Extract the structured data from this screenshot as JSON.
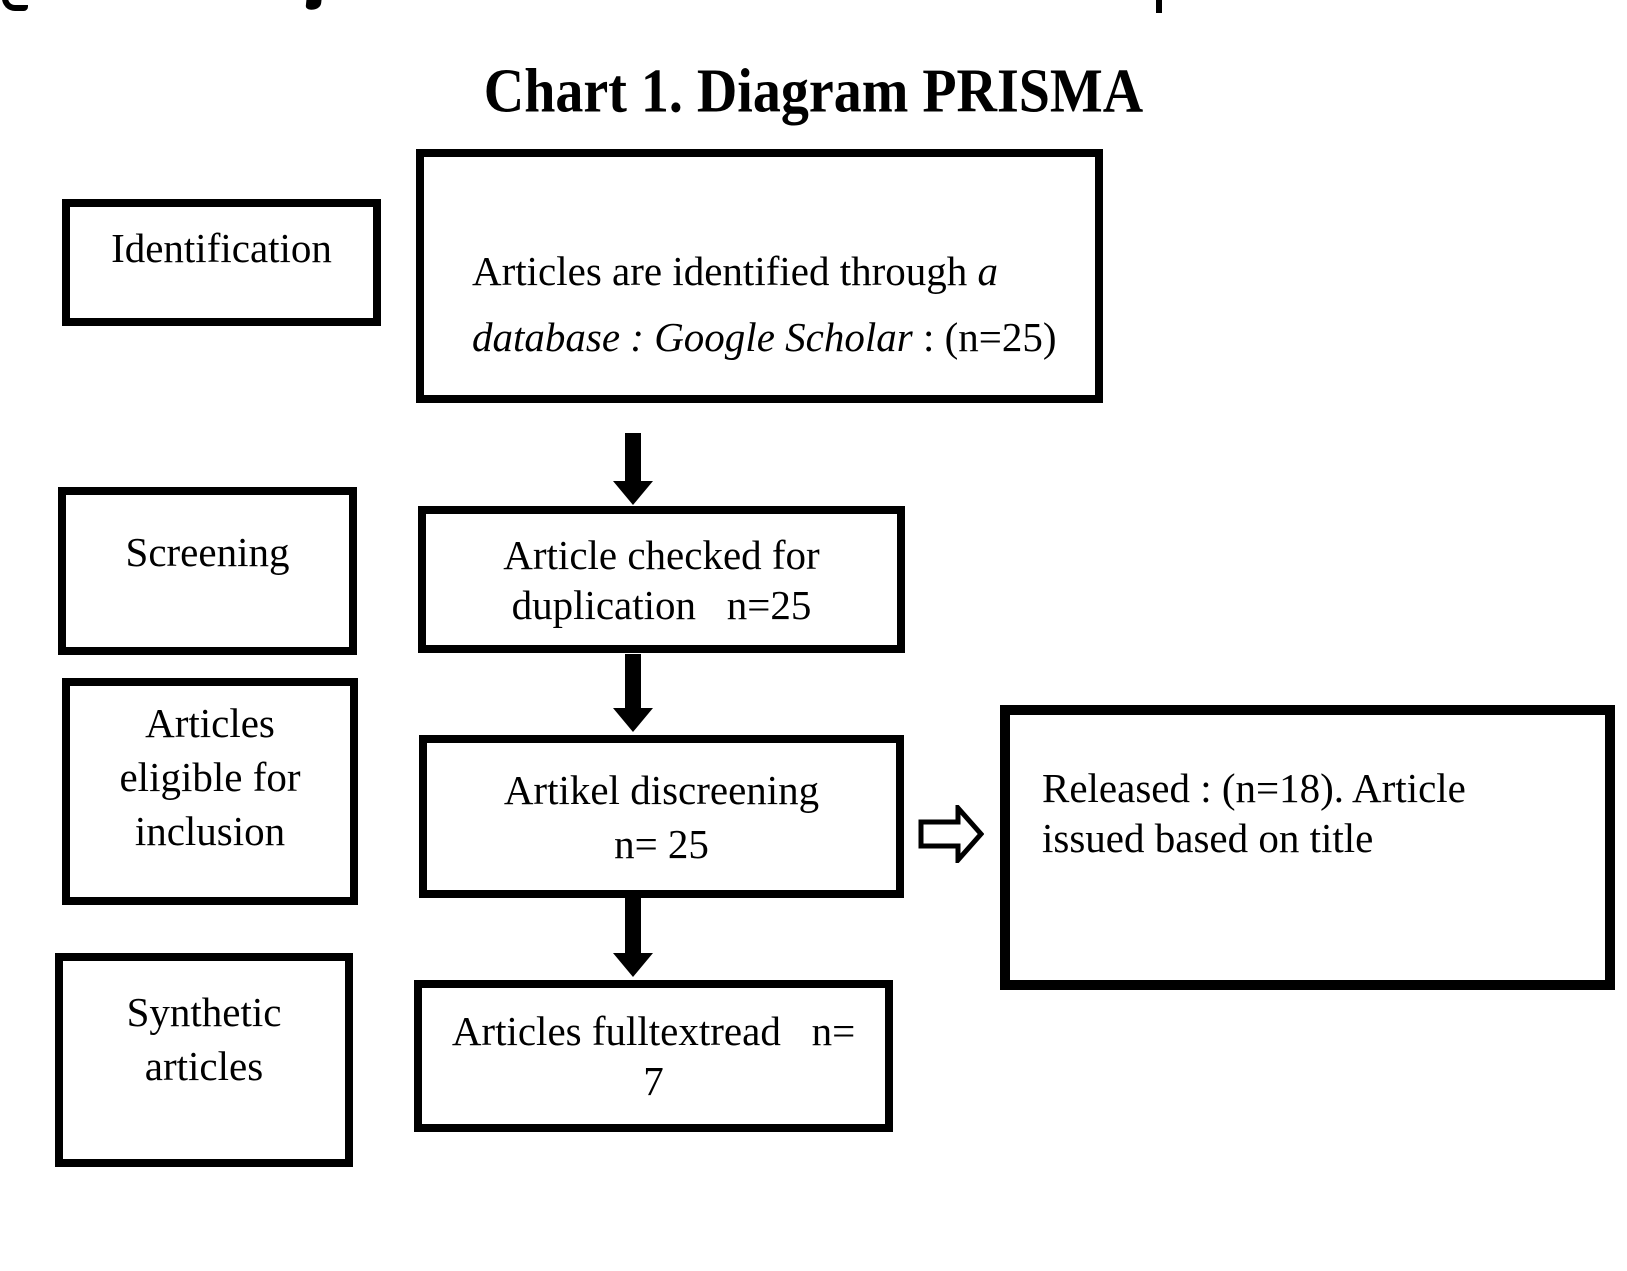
{
  "title": "Chart 1. Diagram PRISMA",
  "stages": {
    "identification": "Identification",
    "screening": "Screening",
    "eligibility": "Articles eligible for inclusion",
    "synthesis": "Synthetic articles"
  },
  "flow": {
    "identified": {
      "line1_regular": "Articles are identified through ",
      "line1_italic": "a",
      "line2_italic": "database : Google Scholar",
      "line2_regular": " : (n=25)"
    },
    "duplication": {
      "line1": "Article checked for",
      "line2": "duplication   n=25"
    },
    "screened": {
      "line1": "Artikel discreening",
      "line2": "n= 25"
    },
    "fulltext": {
      "line1": "Articles fulltextread   n=",
      "line2": "7"
    },
    "released": "Released : (n=18). Article issued based on title"
  },
  "colors": {
    "ink": "#000000",
    "paper": "#ffffff"
  }
}
